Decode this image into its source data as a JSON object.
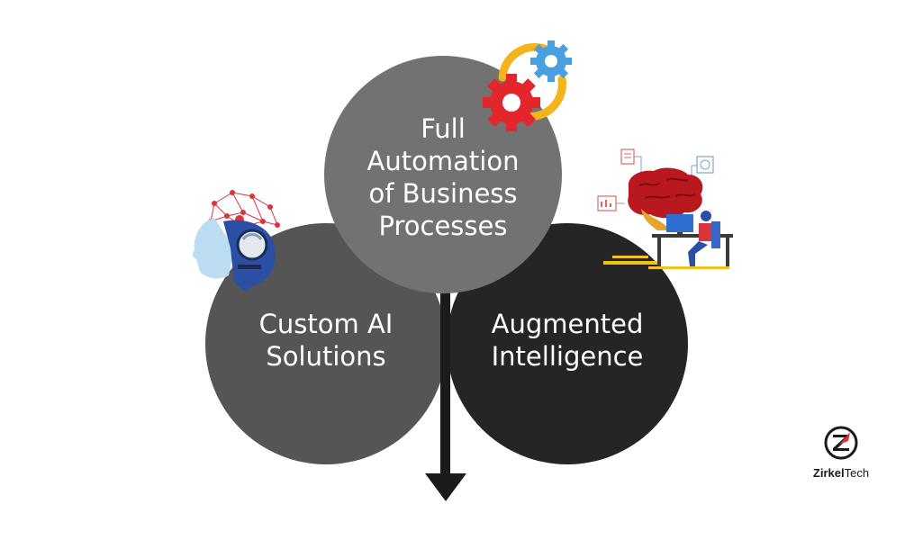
{
  "diagram": {
    "circles": {
      "full_automation": {
        "lines": [
          "Full",
          "Automation",
          "of Business",
          "Processes"
        ],
        "color": "#727272"
      },
      "custom_ai": {
        "lines": [
          "Custom AI",
          "Solutions"
        ],
        "color": "#555555"
      },
      "augmented": {
        "lines": [
          "Augmented",
          "Intelligence"
        ],
        "color": "#262526"
      }
    },
    "arrow_color": "#1c1b1c",
    "icons": [
      "gears-icon",
      "robot-brain-icon",
      "brain-analytics-icon"
    ]
  },
  "logo": {
    "name_bold": "Zirkel",
    "name_rest": "Tech",
    "icon": "zirkel-z-logo-icon"
  }
}
